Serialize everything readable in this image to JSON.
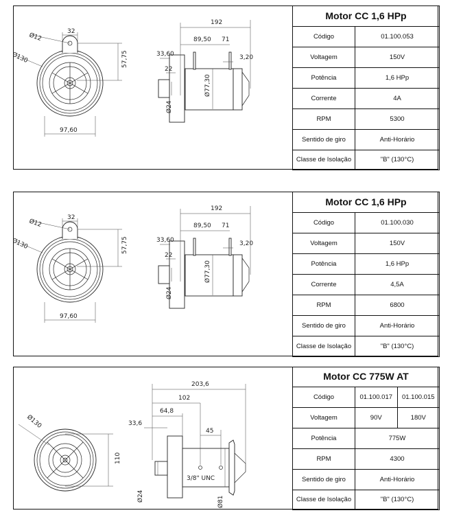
{
  "motors": [
    {
      "title": "Motor CC 1,6 HPp",
      "rows": [
        {
          "label": "Código",
          "value": "01.100.053"
        },
        {
          "label": "Voltagem",
          "value": "150V"
        },
        {
          "label": "Potência",
          "value": "1,6 HPp"
        },
        {
          "label": "Corrente",
          "value": "4A"
        },
        {
          "label": "RPM",
          "value": "5300"
        },
        {
          "label": "Sentido de giro",
          "value": "Anti-Horário"
        },
        {
          "label": "Classe de Isolação",
          "value": "\"B\" (130°C)"
        }
      ],
      "front_view": {
        "d_hole": "Ø12",
        "width_top": "32",
        "d_outer": "Ø130",
        "height": "57,75",
        "width_bottom": "97,60"
      },
      "side_view": {
        "total": "192",
        "d1": "89,50",
        "d2": "71",
        "d3": "33,60",
        "d4": "22",
        "d5": "3,20",
        "shaft": "Ø24",
        "body": "Ø77,30"
      }
    },
    {
      "title": "Motor CC 1,6 HPp",
      "rows": [
        {
          "label": "Código",
          "value": "01.100.030"
        },
        {
          "label": "Voltagem",
          "value": "150V"
        },
        {
          "label": "Potência",
          "value": "1,6 HPp"
        },
        {
          "label": "Corrente",
          "value": "4,5A"
        },
        {
          "label": "RPM",
          "value": "6800"
        },
        {
          "label": "Sentido de giro",
          "value": "Anti-Horário"
        },
        {
          "label": "Classe de Isolação",
          "value": "\"B\" (130°C)"
        }
      ],
      "front_view": {
        "d_hole": "Ø12",
        "width_top": "32",
        "d_outer": "Ø130",
        "height": "57,75",
        "width_bottom": "97,60"
      },
      "side_view": {
        "total": "192",
        "d1": "89,50",
        "d2": "71",
        "d3": "33,60",
        "d4": "22",
        "d5": "3,20",
        "shaft": "Ø24",
        "body": "Ø77,30"
      }
    },
    {
      "title": "Motor CC 775W AT",
      "rows": [
        {
          "label": "Código",
          "value": "01.100.017",
          "value2": "01.100.015"
        },
        {
          "label": "Voltagem",
          "value": "90V",
          "value2": "180V"
        },
        {
          "label": "Potência",
          "value": "775W"
        },
        {
          "label": "RPM",
          "value": "4300"
        },
        {
          "label": "Sentido de giro",
          "value": "Anti-Horário"
        },
        {
          "label": "Classe de Isolação",
          "value": "\"B\" (130°C)"
        }
      ],
      "front_view": {
        "d_outer": "Ø130",
        "height": "110"
      },
      "side_view": {
        "total": "203,6",
        "d1": "102",
        "d2": "64,8",
        "d3": "33,6",
        "d4": "45",
        "thread": "3/8\" UNC",
        "shaft": "Ø24",
        "body": "Ø81"
      }
    }
  ]
}
